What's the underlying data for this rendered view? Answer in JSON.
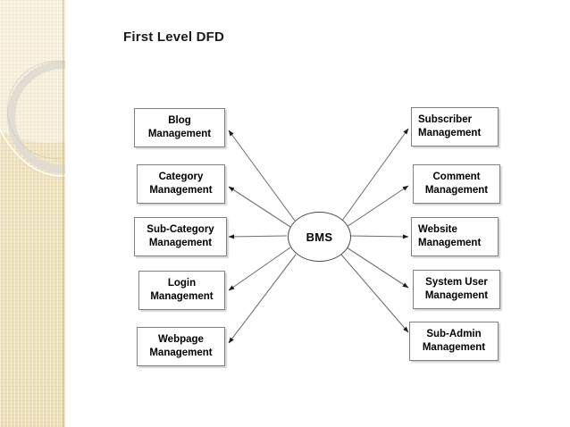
{
  "slide": {
    "title": "First Level DFD",
    "background": "#ffffff",
    "band_color": "#f0e3bb"
  },
  "diagram": {
    "type": "data-flow-diagram",
    "center": {
      "label": "BMS",
      "shape": "ellipse"
    },
    "left_nodes": [
      {
        "line1": "Blog",
        "line2": "Management",
        "align": "c"
      },
      {
        "line1": "Category",
        "line2": "Management",
        "align": "c"
      },
      {
        "line1": "Sub-Category",
        "line2": "Management",
        "align": "c"
      },
      {
        "line1": "Login",
        "line2": "Management",
        "align": "c"
      },
      {
        "line1": "Webpage",
        "line2": "Management",
        "align": "c"
      }
    ],
    "right_nodes": [
      {
        "line1": "Subscriber",
        "line2": "Management",
        "align": "l"
      },
      {
        "line1": "Comment",
        "line2": "Management",
        "align": "c"
      },
      {
        "line1": "Website",
        "line2": "Management",
        "align": "l"
      },
      {
        "line1": "System User",
        "line2": "Management",
        "align": "c"
      },
      {
        "line1": "Sub-Admin",
        "line2": "Management",
        "align": "c"
      }
    ],
    "edges": {
      "direction": "from-center-to-node",
      "count": 10,
      "line_color": "#6e6e6e",
      "arrow_color": "#1a1a1a"
    }
  }
}
